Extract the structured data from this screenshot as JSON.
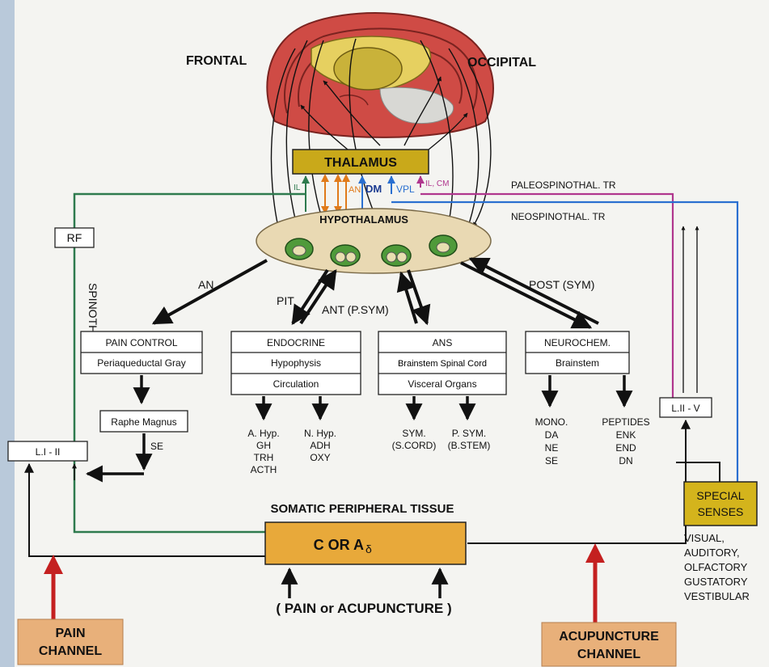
{
  "brain": {
    "frontal": "FRONTAL",
    "occipital": "OCCIPITAL",
    "thalamus": "THALAMUS",
    "hypothalamus": "HYPOTHALAMUS",
    "thalamic_nuclei": {
      "il": "IL",
      "an": "AN",
      "dm": "DM",
      "vpl": "VPL",
      "il_cm": "IL, CM"
    }
  },
  "tracts": {
    "rf": "RF",
    "spinothal": "SPINOTHAL. TR",
    "paleospinothal": "PALEOSPINOTHAL. TR",
    "neospinothal": "NEOSPINOTHAL. TR"
  },
  "pathways": {
    "an": "AN",
    "pit": "PIT",
    "ant_psym": "ANT (P.SYM)",
    "post_sym": "POST (SYM)"
  },
  "modules": {
    "pain_control": {
      "title": "PAIN CONTROL",
      "sub": "Periaqueductal Gray"
    },
    "endocrine": {
      "title": "ENDOCRINE",
      "sub1": "Hypophysis",
      "sub2": "Circulation"
    },
    "ans": {
      "title": "ANS",
      "sub1": "Brainstem Spinal Cord",
      "sub2": "Visceral Organs"
    },
    "neurochem": {
      "title": "NEUROCHEM.",
      "sub": "Brainstem"
    }
  },
  "outputs": {
    "raphe": "Raphe Magnus",
    "se": "SE",
    "a_hyp": [
      "A. Hyp.",
      "GH",
      "TRH",
      "ACTH"
    ],
    "n_hyp": [
      "N. Hyp.",
      "ADH",
      "OXY"
    ],
    "sym": [
      "SYM.",
      "(S.CORD)"
    ],
    "psym": [
      "P. SYM.",
      "(B.STEM)"
    ],
    "mono": [
      "MONO.",
      "DA",
      "NE",
      "SE"
    ],
    "peptides": [
      "PEPTIDES",
      "ENK",
      "END",
      "DN"
    ]
  },
  "spinal": {
    "l1_2": "L.I - II",
    "l2_5": "L.II - V"
  },
  "periphery": {
    "somatic": "SOMATIC PERIPHERAL TISSUE",
    "fibers_a": "C  OR  A",
    "fibers_delta": "δ",
    "stimulus": "( PAIN  or  ACUPUNCTURE )"
  },
  "special": {
    "box_line1": "SPECIAL",
    "box_line2": "SENSES",
    "list": [
      "VISUAL,",
      "AUDITORY,",
      "OLFACTORY",
      "GUSTATORY",
      "VESTIBULAR"
    ]
  },
  "channels": {
    "pain": [
      "PAIN",
      "CHANNEL"
    ],
    "acupuncture": [
      "ACUPUNCTURE",
      "CHANNEL"
    ]
  },
  "colors": {
    "background": "#f4f4f1",
    "left_strip": "#b9c9da",
    "thalamus_fill": "#c9a91a",
    "hypothalamus_fill": "#e9d9b3",
    "fiber_box": "#e8a93a",
    "channel_box": "#e8b07a",
    "special_box": "#d4b41c",
    "green_tract": "#2e7a4e",
    "magenta_tract": "#b0368e",
    "blue_tract": "#2a6fd0",
    "orange_tract": "#e07a1a",
    "red_arrow": "#c42020"
  }
}
